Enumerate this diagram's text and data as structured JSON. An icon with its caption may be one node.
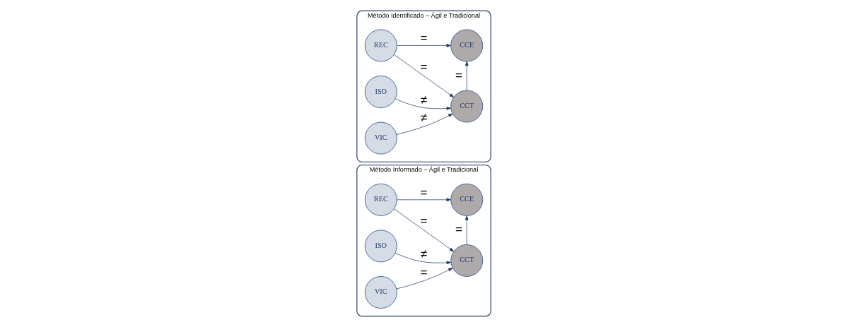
{
  "diagram": {
    "nodes": [
      {
        "text": [
          "Método Informado – Ágil e Tradicional"
        ]
      },
      {
        "text": [
          "ISO"
        ],
        "in": 0
      },
      {
        "text": [
          "REC"
        ],
        "in": 0
      },
      {
        "text": [
          "VIC"
        ],
        "in": 0
      },
      {
        "text": [
          "CCT"
        ],
        "in": 0
      },
      {
        "text": [
          "CCE"
        ],
        "in": 0
      },
      {
        "text": [
          "Método Identificado – Ágil e Tradicional"
        ]
      },
      {
        "text": [
          "ISO"
        ],
        "in": 6
      },
      {
        "text": [
          "REC"
        ],
        "in": 6
      },
      {
        "text": [
          "VIC"
        ],
        "in": 6
      },
      {
        "text": [
          "CCT"
        ],
        "in": 6
      },
      {
        "text": [
          "CCE"
        ],
        "in": 6
      }
    ],
    "edges": [
      {
        "from": 1,
        "to": 4,
        "arrow": "to",
        "label": "≠"
      },
      {
        "from": 2,
        "to": 4,
        "arrow": "to",
        "label": "="
      },
      {
        "from": 2,
        "to": 5,
        "arrow": "to",
        "label": "="
      },
      {
        "from": 3,
        "to": 4,
        "arrow": "to",
        "label": "="
      },
      {
        "from": 4,
        "to": 5,
        "arrow": "to",
        "label": "="
      },
      {
        "from": 7,
        "to": 10,
        "arrow": "to",
        "label": "≠"
      },
      {
        "from": 8,
        "to": 10,
        "arrow": "to",
        "label": "="
      },
      {
        "from": 8,
        "to": 11,
        "arrow": "to",
        "label": "="
      },
      {
        "from": 9,
        "to": 10,
        "arrow": "to",
        "label": "≠"
      },
      {
        "from": 10,
        "to": 11,
        "arrow": "to",
        "label": "="
      }
    ]
  }
}
